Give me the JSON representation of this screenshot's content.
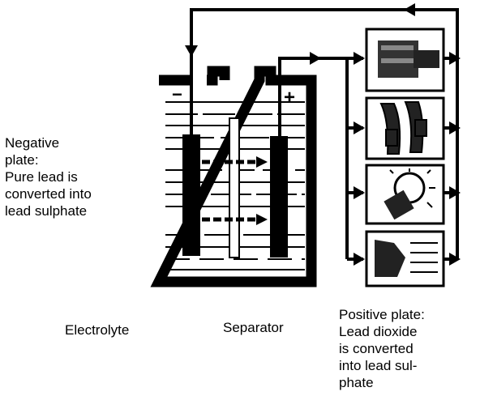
{
  "labels": {
    "negative_plate": "Negative\nplate:\nPure lead is\nconverted into\nlead sulphate",
    "electrolyte": "Electrolyte",
    "separator": "Separator",
    "positive_plate": "Positive plate:\nLead dioxide\nis converted\ninto lead sul-\nphate"
  },
  "terminals": {
    "negative": "−",
    "positive": "+"
  },
  "loads": [
    "starter-motor",
    "cables",
    "light-bulb",
    "loudspeaker"
  ]
}
